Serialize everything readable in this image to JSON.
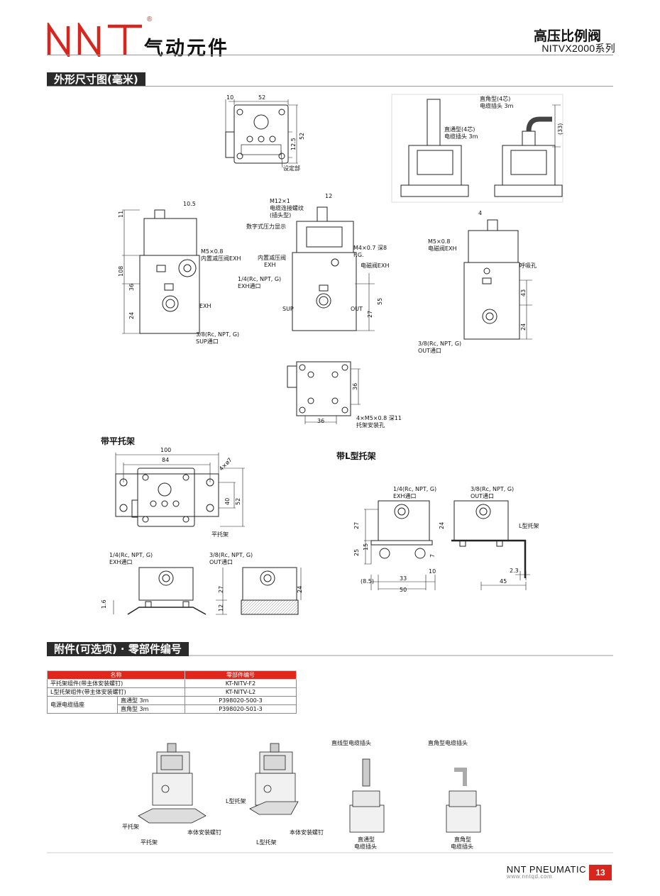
{
  "header": {
    "brand": "NNT",
    "brand_cn": "气动元件",
    "registered": "®",
    "title": "高压比例阀",
    "series": "NITVX2000系列"
  },
  "sections": {
    "dimensions": "外形尺寸图(毫米)",
    "accessories": "附件(可选项) · 零部件编号"
  },
  "dims": {
    "top_10": "10",
    "top_52": "52",
    "top_12_5": "12.5",
    "top_52v": "52",
    "setting": "设定部",
    "connector_angle": "直角型(4芯)",
    "connector_angle_2": "电缆插头 3m",
    "connector_33": "(33)",
    "connector_straight": "直通型(4芯)",
    "connector_straight_2": "电缆插头 3m",
    "left_11": "11",
    "left_10_5": "10.5",
    "left_108": "108",
    "left_36": "36",
    "left_24": "24",
    "m5": "M5×0.8",
    "inner_reg": "内置减压阀EXH",
    "exh": "EXH",
    "sup_port": "3/8(Rc, NPT, G)",
    "sup_port_2": "SUP通口",
    "m12": "M12×1",
    "m12_2": "电缆连接螺纹",
    "m12_3": "(插头型)",
    "d12": "12",
    "digital": "数字式压力显示",
    "inner_reg2": "内置减压阀",
    "inner_reg2_b": "EXH",
    "exh_port": "1/4(Rc, NPT, G)",
    "exh_port_2": "EXH通口",
    "m4": "M4×0.7 深8",
    "fg": "F.G.",
    "sol_exh": "电磁阀EXH",
    "sup": "SUP",
    "out": "OUT",
    "d55": "55",
    "d27": "27",
    "d4": "4",
    "m5b": "M5×0.8",
    "sol_exh2": "电磁阀EXH",
    "breath": "呼吸孔",
    "d43": "43",
    "d24b": "24",
    "out_port": "3/8(Rc, NPT, G)",
    "out_port_2": "OUT通口",
    "bot_36v": "36",
    "bot_36h": "36",
    "mount": "4×M5×0.8 深11",
    "mount_2": "托架安装孔"
  },
  "flat_bracket": {
    "title": "带平托架",
    "d100": "100",
    "d84": "84",
    "d4x7": "4×ø7",
    "d40": "40",
    "d52": "52",
    "label": "平托架",
    "exh_port": "1/4(Rc, NPT, G)",
    "exh_port_2": "EXH通口",
    "out_port": "3/8(Rc, NPT, G)",
    "out_port_2": "OUT通口",
    "d1_6": "1.6",
    "d27": "27",
    "d12": "12",
    "d24": "24"
  },
  "l_bracket": {
    "title": "带L型托架",
    "exh_port": "1/4(Rc, NPT, G)",
    "exh_port_2": "EXH通口",
    "out_port": "3/8(Rc, NPT, G)",
    "out_port_2": "OUT通口",
    "label": "L型托架",
    "d27": "27",
    "d24": "24",
    "d25": "25",
    "d15": "15",
    "d7": "7",
    "d8_5": "(8.5)",
    "d33": "33",
    "d10": "10",
    "d50": "50",
    "d2_3": "2.3",
    "d45": "45"
  },
  "parts_table": {
    "headers": [
      "名称",
      "零部件编号"
    ],
    "rows": [
      {
        "name": "平托架组件(带主体安装螺钉)",
        "part": "KT-NITV-F2"
      },
      {
        "name": "L型托架组件(带主体安装螺钉)",
        "part": "KT-NITV-L2"
      }
    ],
    "cable_group": "电源电缆插座",
    "cable_rows": [
      {
        "type": "直通型 3m",
        "part": "P398020-500-3"
      },
      {
        "type": "直角型 3m",
        "part": "P398020-501-3"
      }
    ]
  },
  "accessory_images": {
    "flat_label": "平托架",
    "flat_screw": "本体安装螺钉",
    "flat_caption": "平托架",
    "l_label": "L型托架",
    "l_screw": "本体安装螺钉",
    "l_caption": "L型托架",
    "straight_top": "直线型电缆插头",
    "straight_caption_1": "直通型",
    "straight_caption_2": "电缆插头",
    "angle_top": "直角型电缆插头",
    "angle_caption_1": "直角型",
    "angle_caption_2": "电缆插头"
  },
  "footer": {
    "brand": "NNT PNEUMATIC",
    "url": "www.nntqd.com",
    "page": "13"
  },
  "colors": {
    "accent": "#d7261e",
    "section_bg": "#2b2b2b"
  }
}
